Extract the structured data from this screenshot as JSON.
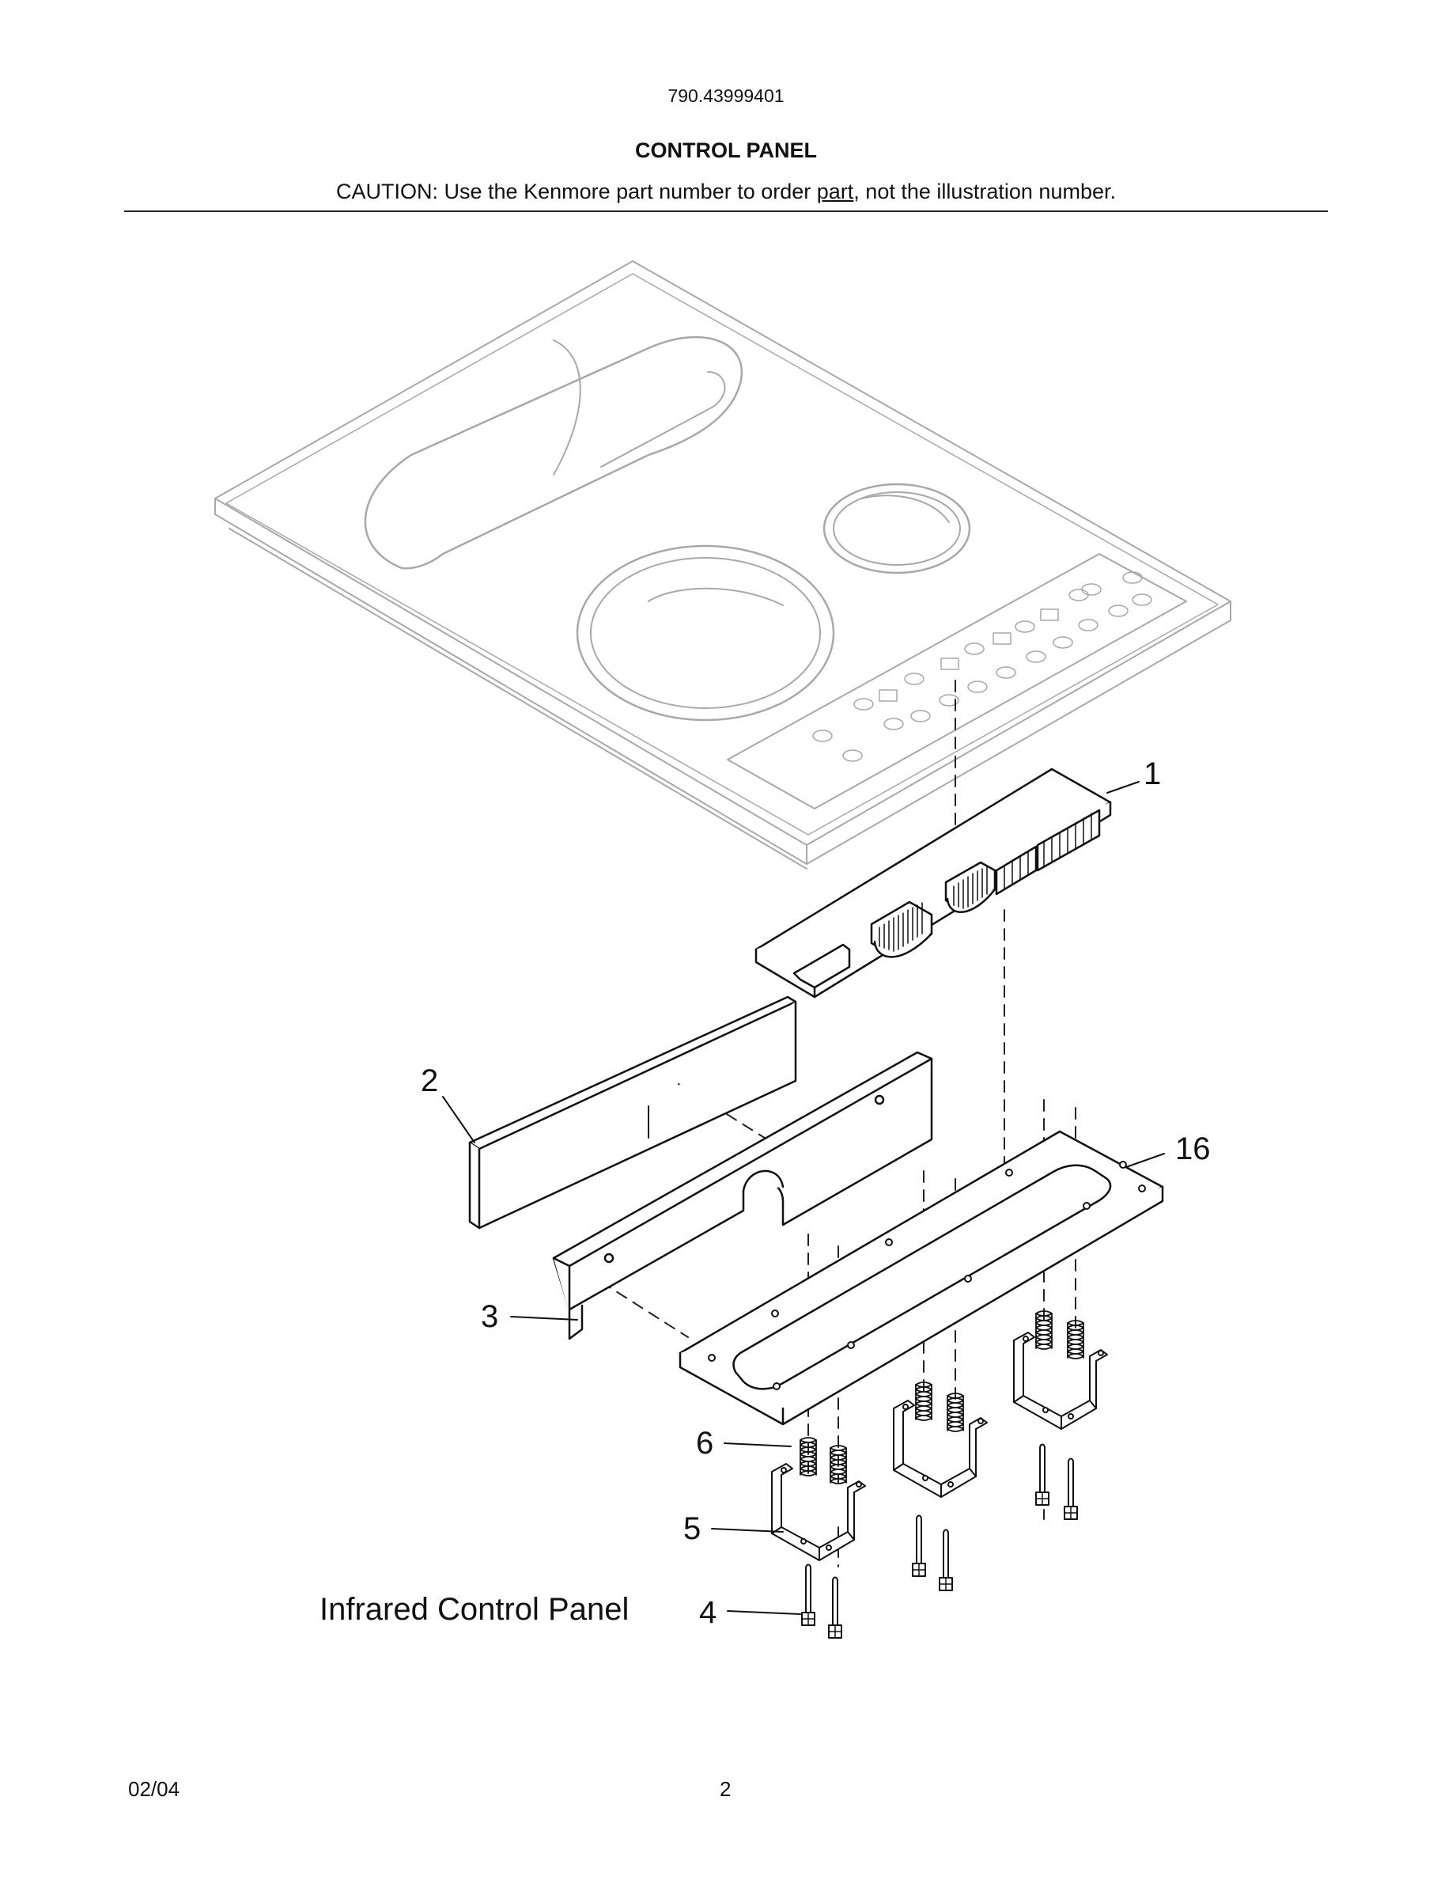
{
  "header": {
    "model_number": "790.43999401",
    "section_title": "CONTROL PANEL",
    "caution_prefix": "CAUTION: Use the Kenmore part number to order ",
    "caution_underlined": "part",
    "caution_suffix": ", not the illustration number."
  },
  "diagram": {
    "callouts": [
      "1",
      "2",
      "3",
      "4",
      "5",
      "6",
      "16"
    ],
    "caption": "Infrared Control Panel"
  },
  "footer": {
    "date": "02/04",
    "page_number": "2"
  }
}
